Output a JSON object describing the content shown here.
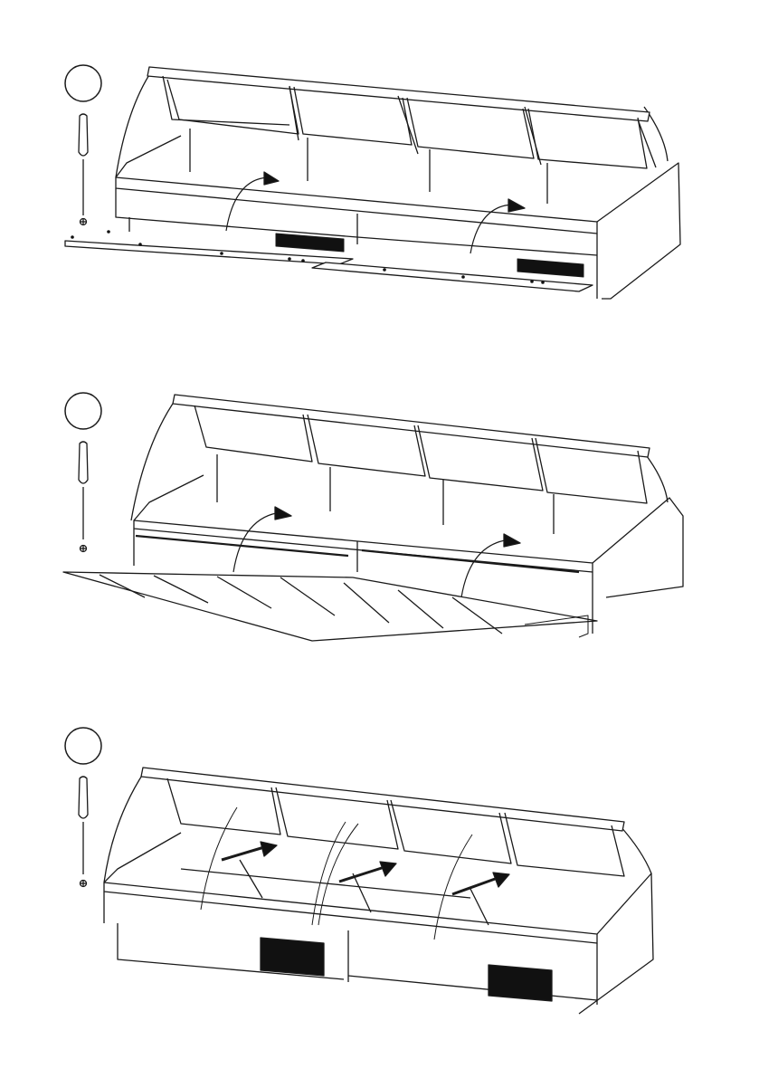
{
  "steps": [
    {
      "id": "step-1",
      "label": "",
      "tool": "screwdriver-icon",
      "action": "remove-bottom-panels"
    },
    {
      "id": "step-2",
      "label": "",
      "tool": "screwdriver-icon",
      "action": "lay-base-plates"
    },
    {
      "id": "step-3",
      "label": "",
      "tool": "screwdriver-icon",
      "action": "slide-shelves-back"
    }
  ],
  "colors": {
    "line": "#1a1a1a",
    "fill": "#ffffff",
    "dark": "#111111"
  }
}
